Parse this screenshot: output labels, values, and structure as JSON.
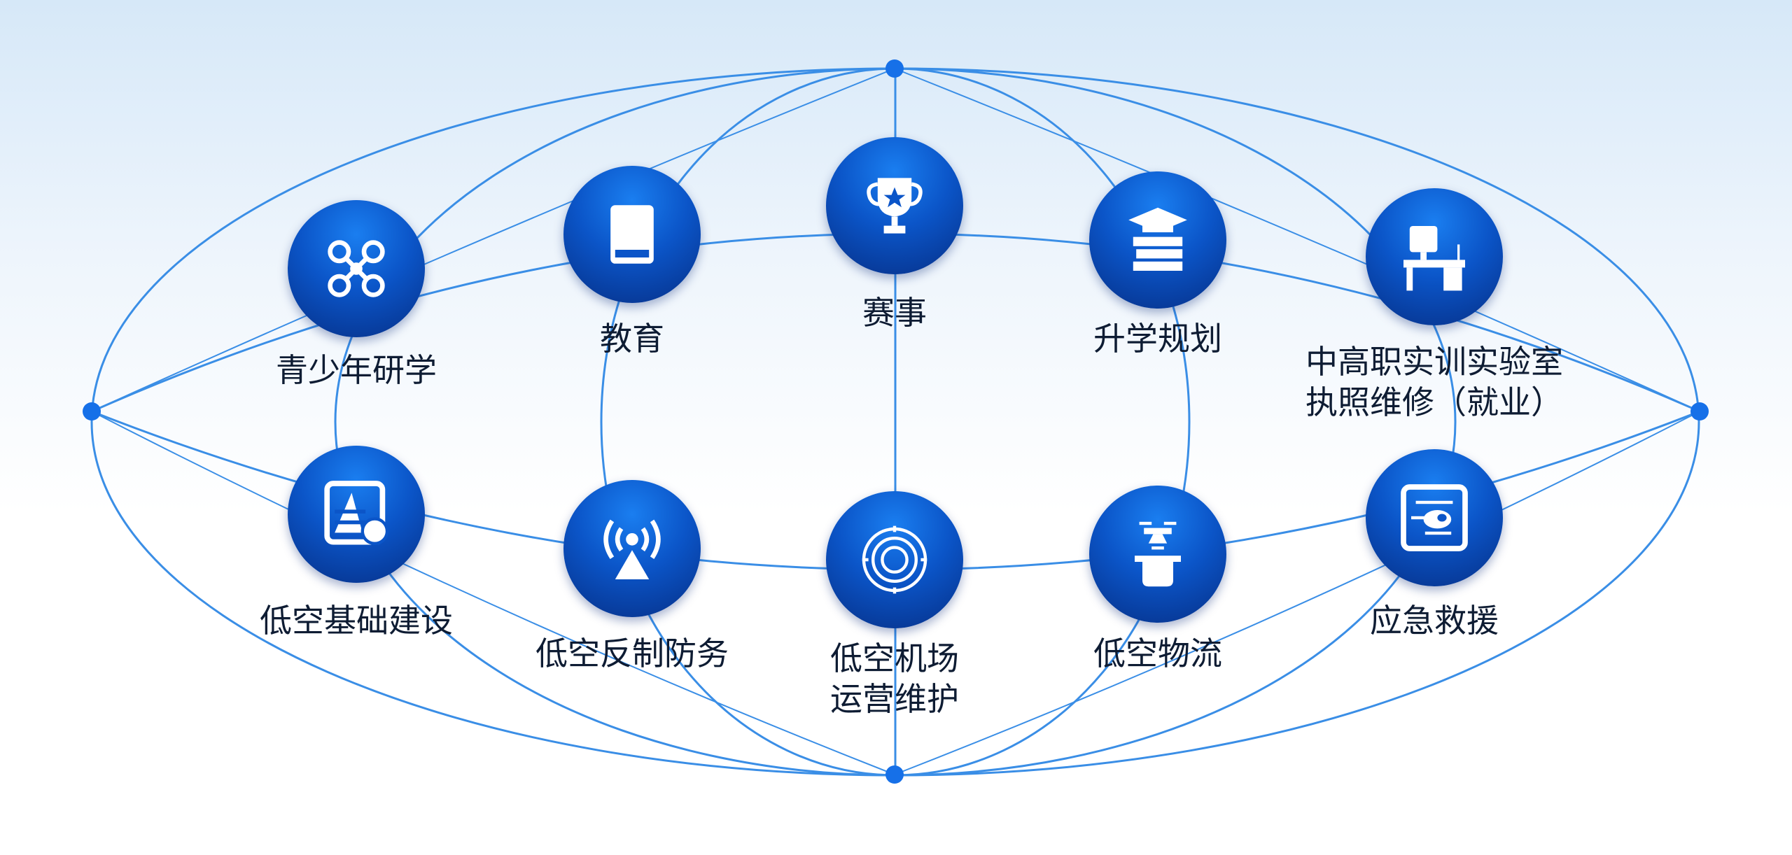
{
  "colors": {
    "line": "#3a8ee6",
    "node": "#0b55c8",
    "dot": "#1670e8"
  },
  "top_row": [
    {
      "label": "青少年研学",
      "icon": "drone-icon"
    },
    {
      "label": "教育",
      "icon": "book-icon"
    },
    {
      "label": "赛事",
      "icon": "trophy-icon"
    },
    {
      "label": "升学规划",
      "icon": "graduation-cap-books-icon"
    },
    {
      "label_line1": "中高职实训实验室",
      "label_line2": "执照维修（就业）",
      "icon": "workstation-icon"
    }
  ],
  "bottom_row": [
    {
      "label": "低空基础建设",
      "icon": "infrastructure-icon"
    },
    {
      "label": "低空反制防务",
      "icon": "signal-tower-icon"
    },
    {
      "label_line1": "低空机场",
      "label_line2": "运营维护",
      "icon": "airport-radar-icon"
    },
    {
      "label": "低空物流",
      "icon": "delivery-drone-icon"
    },
    {
      "label": "应急救援",
      "icon": "helicopter-icon"
    }
  ]
}
